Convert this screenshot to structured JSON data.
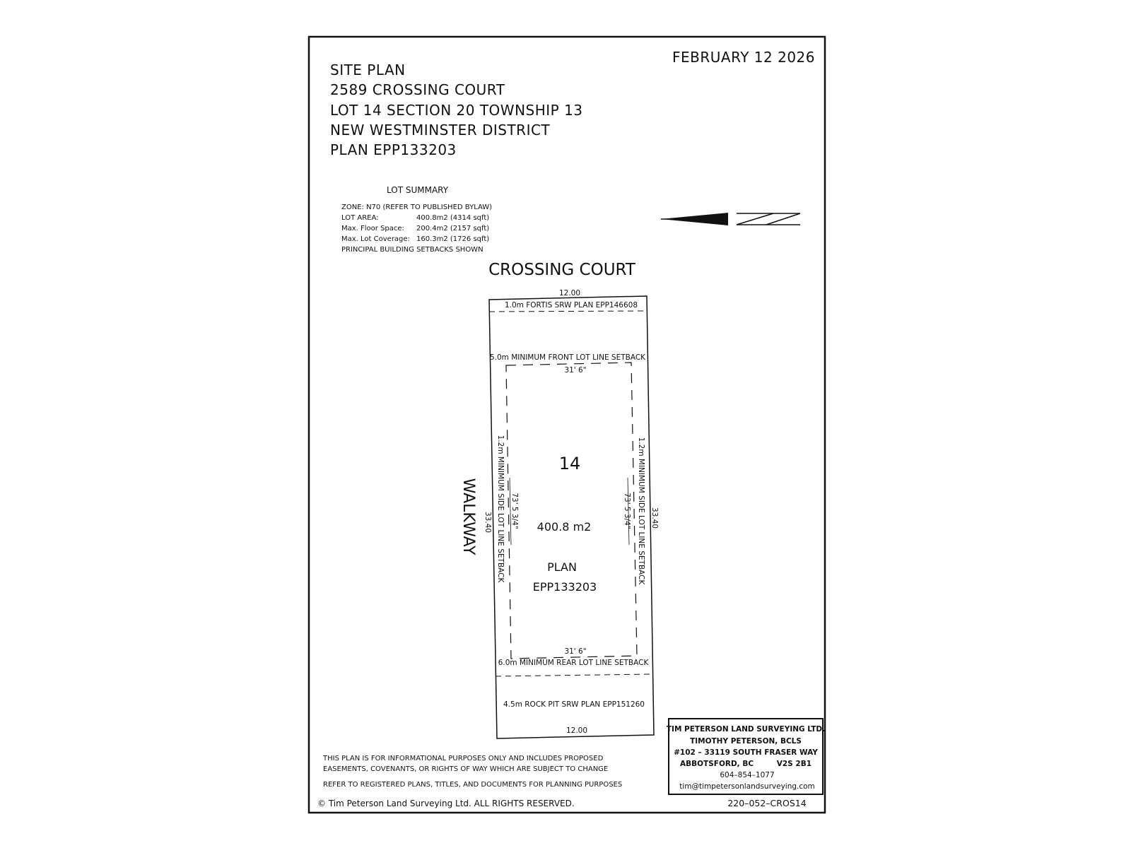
{
  "header": {
    "date": "FEBRUARY 12 2026",
    "title_lines": [
      "SITE PLAN",
      "2589 CROSSING COURT",
      "LOT 14 SECTION 20 TOWNSHIP 13",
      "NEW WESTMINSTER DISTRICT",
      "PLAN EPP133203"
    ]
  },
  "lot_summary": {
    "heading": "LOT SUMMARY",
    "rows": [
      {
        "label": "ZONE: N70 (REFER TO PUBLISHED BYLAW)",
        "value": ""
      },
      {
        "label": "LOT AREA:",
        "value": "400.8m2 (4314 sqft)"
      },
      {
        "label": "Max. Floor Space:",
        "value": "200.4m2 (2157 sqft)"
      },
      {
        "label": "Max. Lot Coverage:",
        "value": "160.3m2 (1726 sqft)"
      },
      {
        "label": "PRINCIPAL BUILDING SETBACKS SHOWN",
        "value": ""
      }
    ]
  },
  "street_name": "CROSSING COURT",
  "walkway": "WALKWAY",
  "lot": {
    "number": "14",
    "area": "400.8 m2",
    "plan_label": "PLAN",
    "plan_number": "EPP133203",
    "front_dim": "12.00",
    "rear_dim": "12.00",
    "left_dim": "33.40",
    "right_dim": "33.40",
    "front_srw": "1.0m FORTIS SRW PLAN EPP146608",
    "rear_srw": "4.5m ROCK PIT SRW PLAN EPP151260",
    "front_setback": "5.0m MINIMUM FRONT LOT LINE SETBACK",
    "rear_setback": "6.0m MINIMUM REAR LOT LINE SETBACK",
    "side_setback": "1.2m MINIMUM SIDE LOT LINE SETBACK",
    "envelope_width": "31' 6\"",
    "envelope_depth": "73' 5 3/4\""
  },
  "disclaimer": {
    "line1": "THIS PLAN IS FOR INFORMATIONAL PURPOSES ONLY AND INCLUDES PROPOSED",
    "line2": "EASEMENTS, COVENANTS, OR RIGHTS OF WAY WHICH ARE SUBJECT TO CHANGE",
    "line3": "REFER TO REGISTERED PLANS, TITLES, AND DOCUMENTS FOR PLANNING PURPOSES",
    "copyright": "© Tim Peterson Land Surveying Ltd.  ALL RIGHTS RESERVED."
  },
  "surveyor": {
    "company": "TIM PETERSON LAND SURVEYING LTD.",
    "name": "TIMOTHY PETERSON, BCLS",
    "address": "#102 – 33119 SOUTH FRASER WAY",
    "city": "ABBOTSFORD, BC",
    "postal": "V2S 2B1",
    "phone": "604–854–1077",
    "email": "tim@timpetersonlandsurveying.com"
  },
  "file_number": "220–052–CROS14"
}
